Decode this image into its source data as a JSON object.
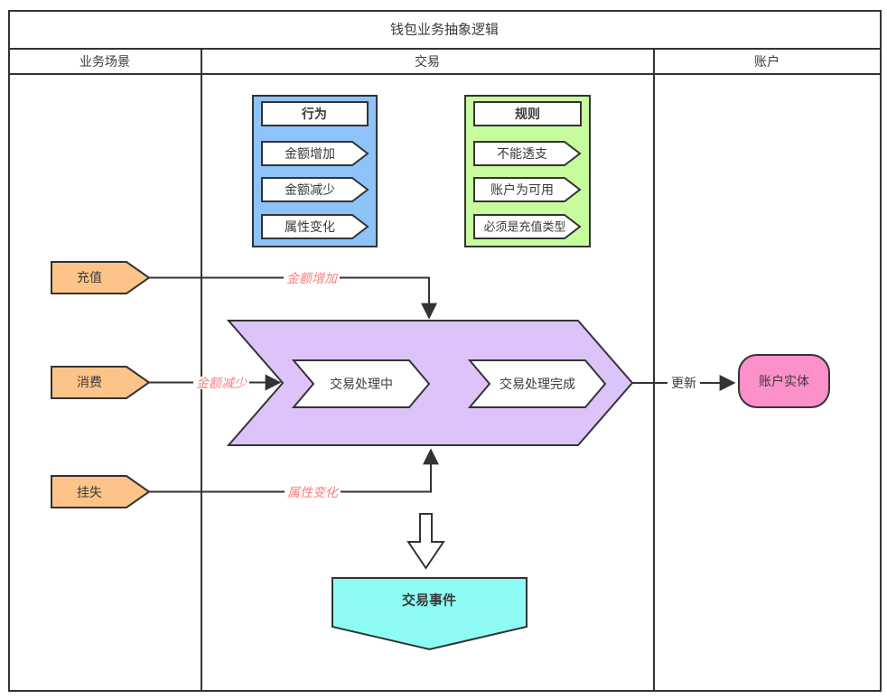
{
  "title": "钱包业务抽象逻辑",
  "lanes": {
    "scenario": "业务场景",
    "transaction": "交易",
    "account": "账户"
  },
  "behavior_group": {
    "title": "行为",
    "items": [
      "金额增加",
      "金额减少",
      "属性变化"
    ]
  },
  "rules_group": {
    "title": "规则",
    "items": [
      "不能透支",
      "账户为可用",
      "必须是充值类型"
    ]
  },
  "scenarios": [
    "充值",
    "消费",
    "挂失"
  ],
  "process": {
    "states": [
      "交易处理中",
      "交易处理完成"
    ]
  },
  "edge_labels": {
    "recharge": "金额增加",
    "consume": "金额减少",
    "report_loss": "属性变化",
    "update": "更新"
  },
  "account_entity_label": "账户实体",
  "event_label": "交易事件",
  "colors": {
    "border": "#333333",
    "blue_fill": "#8EC3FA",
    "green_fill": "#C7FC9E",
    "orange_fill": "#FCC488",
    "purple_fill": "#DCC4FA",
    "pink_fill": "#FC90C8",
    "cyan_fill": "#8EFCF5",
    "red_label": "#FA8080"
  }
}
